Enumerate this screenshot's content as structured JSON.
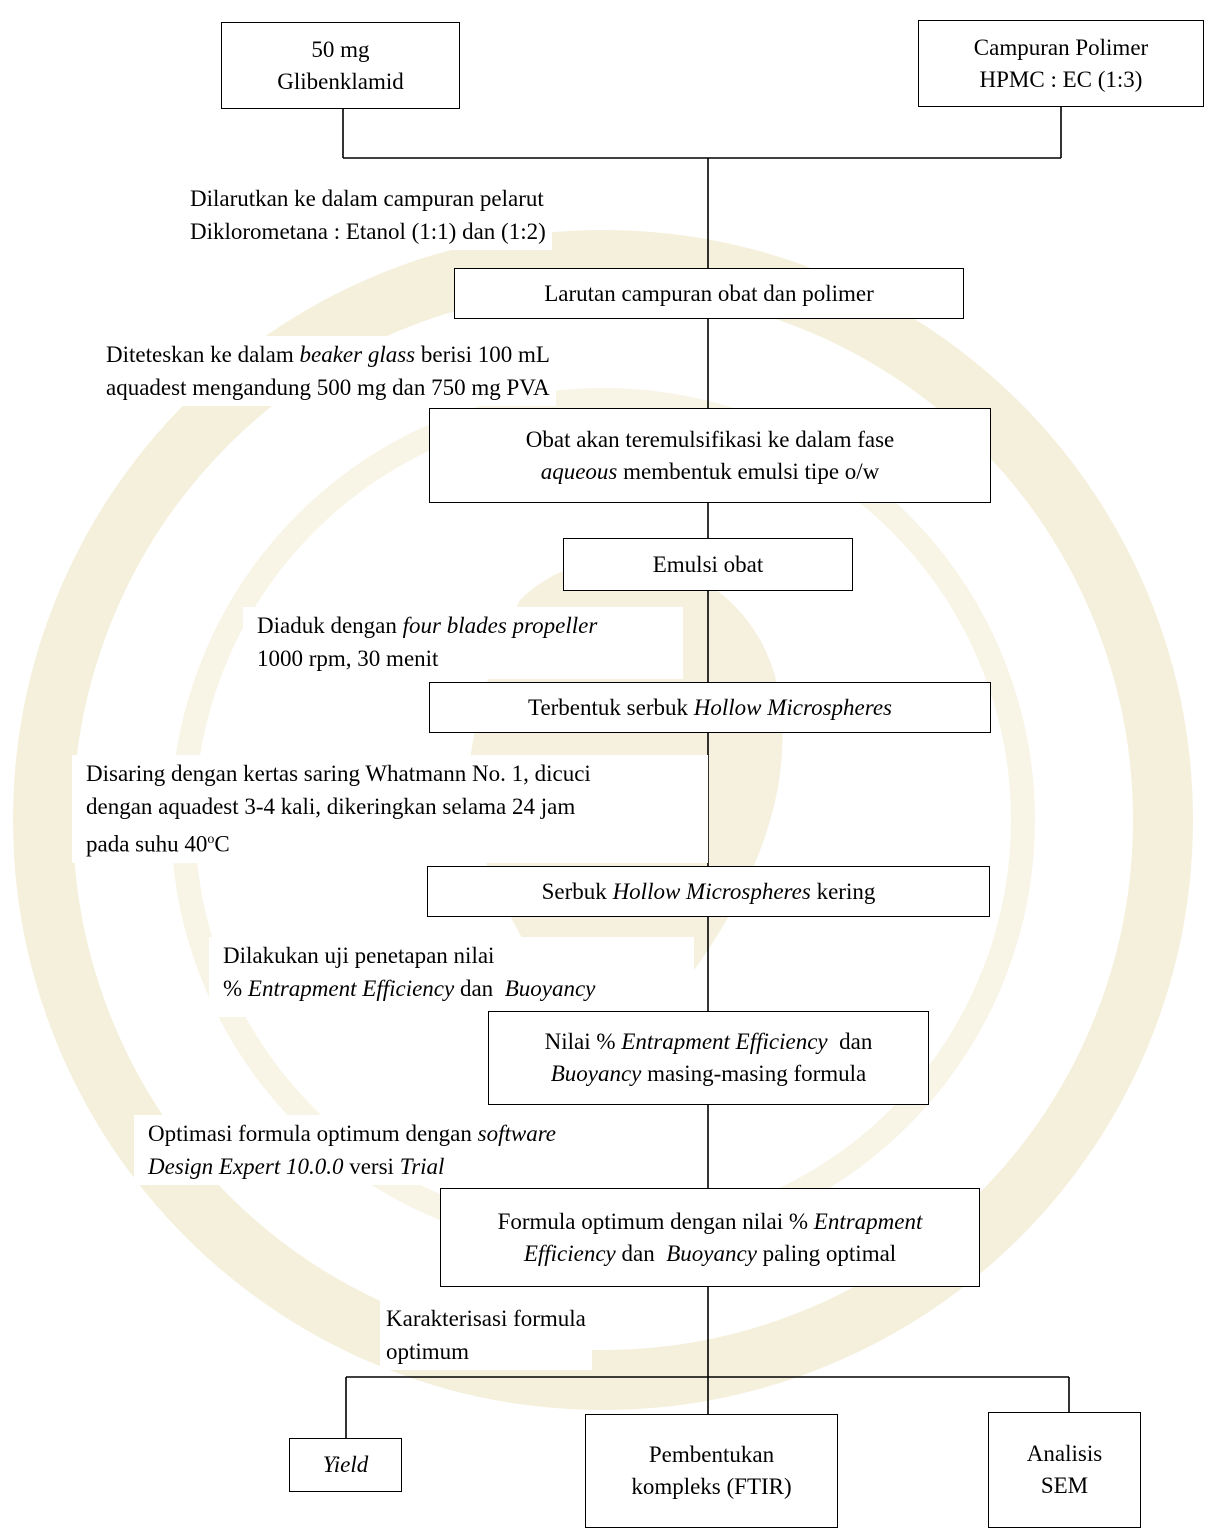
{
  "colors": {
    "line": "#000000",
    "box_fill": "#ffffff",
    "watermark": "#f3edd2"
  },
  "start_left": [
    "50 mg",
    "Glibenklamid"
  ],
  "start_right": [
    "Campuran Polimer",
    "HPMC : EC (1:3)"
  ],
  "step1_note": [
    "Dilarutkan ke dalam campuran pelarut",
    "Diklorometana : Etanol (1:1) dan (1:2)"
  ],
  "step1_box": "Larutan campuran obat dan polimer",
  "step2_note": {
    "l1_pre": "Diteteskan ke dalam ",
    "l1_it": "beaker glass",
    "l1_post": " berisi 100 mL",
    "l2": "aquadest mengandung 500 mg dan 750 mg PVA"
  },
  "step2_box": {
    "l1": "Obat akan teremulsifikasi ke dalam fase",
    "l2_it": "aqueous",
    "l2_post": " membentuk emulsi tipe o/w"
  },
  "step3_box": "Emulsi obat",
  "step4_note": {
    "l1_pre": "Diaduk dengan ",
    "l1_it": "four blades propeller",
    "l2": "1000 rpm, 30 menit"
  },
  "step4_box": {
    "pre": "Terbentuk serbuk ",
    "it": "Hollow Microspheres"
  },
  "step5_note": {
    "l1": "Disaring dengan kertas saring Whatmann No. 1, dicuci",
    "l2": "dengan aquadest 3-4 kali, dikeringkan selama 24 jam",
    "l3_pre": "pada suhu 40",
    "l3_sup": "o",
    "l3_post": "C"
  },
  "step5_box": {
    "pre": "Serbuk ",
    "it": "Hollow Microspheres",
    "post": " kering"
  },
  "step6_note": {
    "l1": "Dilakukan uji penetapan nilai",
    "l2_pre": "% ",
    "l2_it1": "Entrapment Efficiency",
    "l2_mid": " dan  ",
    "l2_it2": "Buoyancy"
  },
  "step6_box": {
    "l1_pre": "Nilai % ",
    "l1_it": "Entrapment Efficiency",
    "l1_post": "  dan",
    "l2_it": "Buoyancy",
    "l2_post": " masing-masing formula"
  },
  "step7_note": {
    "l1_pre": "Optimasi formula optimum dengan ",
    "l1_it": "software",
    "l2_it1": "Design Expert 10.0.0",
    "l2_mid": " versi ",
    "l2_it2": "Trial"
  },
  "step7_box": {
    "l1_pre": "Formula optimum dengan nilai % ",
    "l1_it": "Entrapment",
    "l2_it1": "Efficiency",
    "l2_mid": " dan  ",
    "l2_it2": "Buoyancy",
    "l2_post": " paling optimal"
  },
  "step8_note": [
    "Karakterisasi formula",
    "optimum"
  ],
  "out_yield": "Yield",
  "out_ftir": [
    "Pembentukan",
    "kompleks (FTIR)"
  ],
  "out_sem": [
    "Analisis",
    "SEM"
  ]
}
